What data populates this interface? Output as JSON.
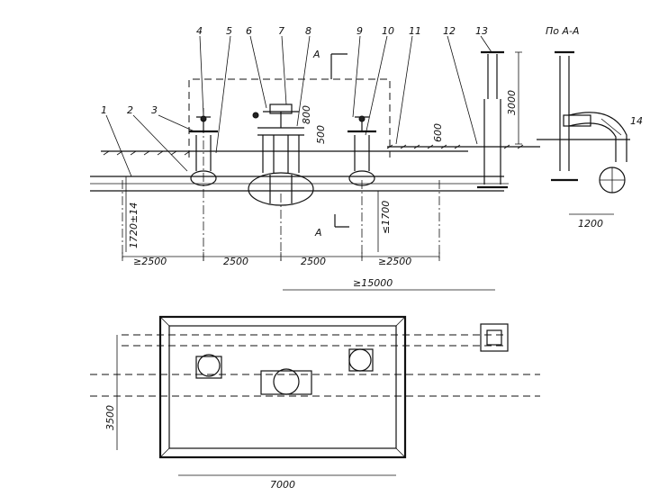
{
  "callouts": [
    "1",
    "2",
    "3",
    "4",
    "5",
    "6",
    "7",
    "8",
    "9",
    "10",
    "11",
    "12",
    "13",
    "14"
  ],
  "section_label": "По А-А",
  "section_letter_top": "А",
  "section_letter_bottom": "А",
  "dims": {
    "d_2500_a": "≥2500",
    "d_2500_b": "2500",
    "d_2500_c": "2500",
    "d_2500_d": "≥2500",
    "d_1700": "≤1700",
    "d_1720": "1720±14",
    "d_500": "500",
    "d_600": "600",
    "d_800": "800",
    "d_3000": "3000",
    "d_1200": "1200",
    "d_15000": "≥15000",
    "d_3500": "3500",
    "d_7000": "7000"
  }
}
